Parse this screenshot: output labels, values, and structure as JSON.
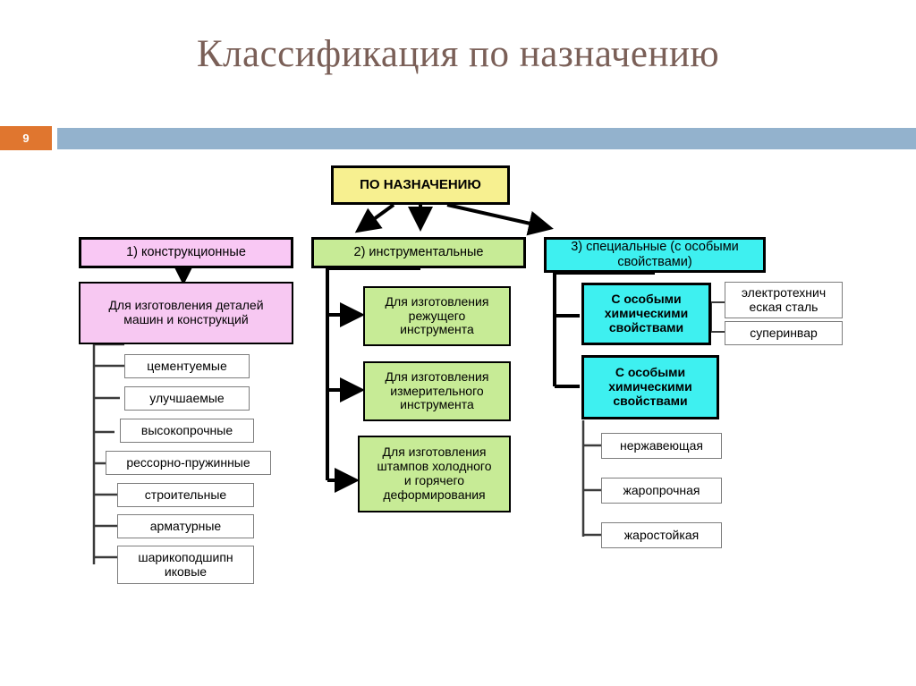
{
  "slide": {
    "title": "Классификация по назначению",
    "number": "9",
    "accent_orange": "#e0762f",
    "accent_blue": "#93b2cd",
    "title_color": "#7a5f57"
  },
  "diagram": {
    "root": {
      "label": "ПО НАЗНАЧЕНИЮ",
      "color": "#f7f090"
    },
    "branches": [
      {
        "id": "constructional",
        "label": "1) конструкционные",
        "color": "#f9c8f4",
        "subtitle": "Для изготовления деталей\nмашин и конструкций",
        "items": [
          "цементуемые",
          "улучшаемые",
          "высокопрочные",
          "рессорно-пружинные",
          "строительные",
          "арматурные",
          "шарикоподшипн\nиковые"
        ]
      },
      {
        "id": "tool",
        "label": "2) инструментальные",
        "color": "#c7eb96",
        "items": [
          "Для изготовления\nрежущего\nинструмента",
          "Для изготовления\nизмерительного\nинструмента",
          "Для изготовления\nштампов холодного\nи горячего\nдеформирования"
        ]
      },
      {
        "id": "special",
        "label": "3) специальные (с особыми\nсвойствами)",
        "color": "#3ef0f0",
        "groups": [
          {
            "label": "С особыми\nхимическими\nсвойствами",
            "items": [
              "электротехнич\nеская сталь",
              "суперинвар"
            ]
          },
          {
            "label": "С особыми\nхимическими\nсвойствами",
            "items": [
              "нержавеющая",
              "жаропрочная",
              "жаростойкая"
            ]
          }
        ]
      }
    ]
  }
}
